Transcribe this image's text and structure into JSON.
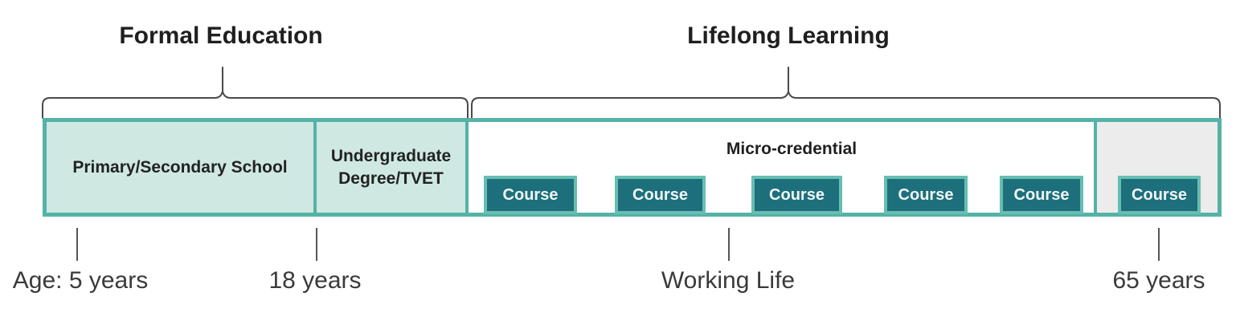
{
  "titles": {
    "formal_education": "Formal Education",
    "lifelong_learning": "Lifelong Learning"
  },
  "sections": {
    "primary_secondary": "Primary/Secondary School",
    "undergraduate": "Undergraduate Degree/TVET"
  },
  "courses": [
    "Course",
    "Course",
    "Course",
    "Course",
    "Course",
    "Course"
  ],
  "micro_credential": "Micro-credential",
  "timeline": {
    "age_start": "Age: 5 years",
    "age_18": "18 years",
    "working_life": "Working Life",
    "age_65": "65 years"
  },
  "colors": {
    "bar_border_teal": "#54b2a7",
    "light_teal_fill": "#cfe8e2",
    "course_fill_dark_teal": "#1d6f7c",
    "course_border_teal": "#68bdb2",
    "retirement_gray_fill": "#ececec",
    "line_gray": "#4a4a4a",
    "title_text": "#1f1f1f",
    "age_label_text": "#3a3a3a",
    "course_text": "#f0f7f6"
  }
}
